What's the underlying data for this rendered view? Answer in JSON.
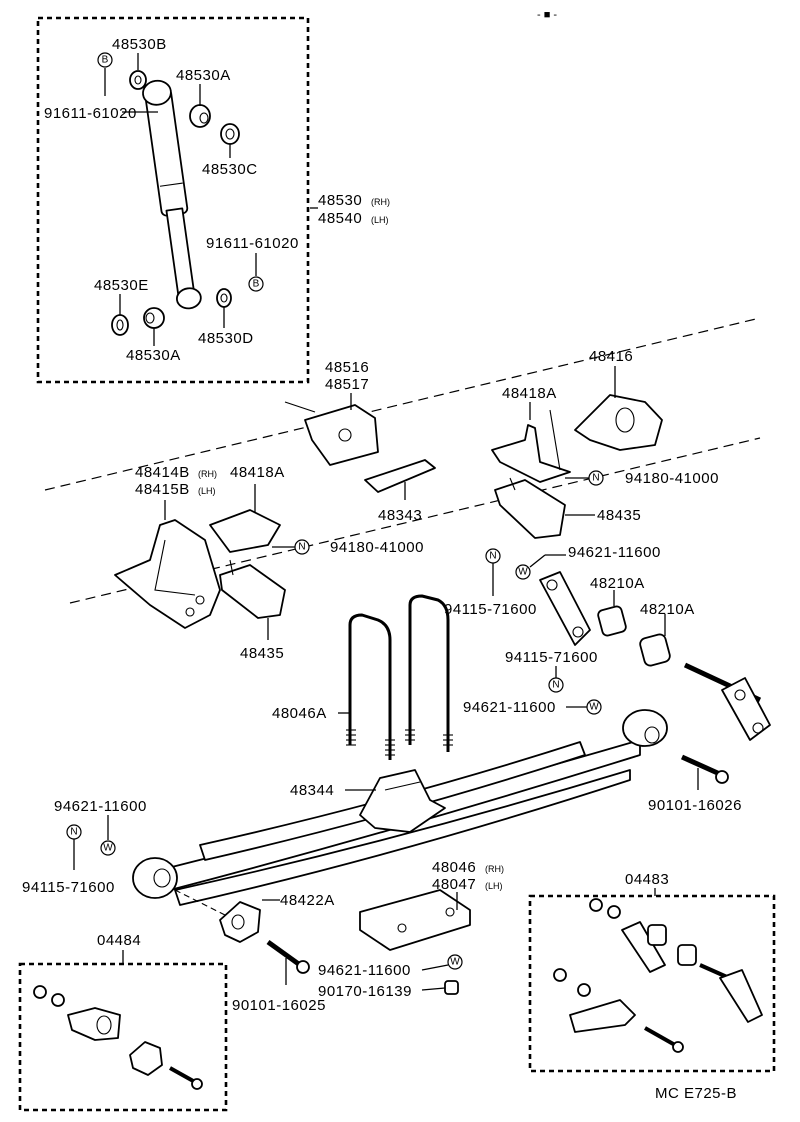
{
  "diagram_code": "MC E725-B",
  "symbols": {
    "B": "B",
    "N": "N",
    "W": "W"
  },
  "labels": {
    "p48530B": "48530B",
    "p48530A_top": "48530A",
    "p91611_top": "91611-61020",
    "p48530C": "48530C",
    "p48530_rh": "48530",
    "rh": "(RH)",
    "p48540_lh": "48540",
    "lh": "(LH)",
    "p91611_bot": "91611-61020",
    "p48530E": "48530E",
    "p48530D": "48530D",
    "p48530A_bot": "48530A",
    "p48516": "48516",
    "p48517": "48517",
    "p48416": "48416",
    "p48418A_right": "48418A",
    "p94180_right": "94180-41000",
    "p48414B": "48414B",
    "p48415B": "48415B",
    "p48418A_left": "48418A",
    "p48343": "48343",
    "p48435_right": "48435",
    "p94180_left": "94180-41000",
    "p94621_a": "94621-11600",
    "p48210A_1": "48210A",
    "p48210A_2": "48210A",
    "p94115_a": "94115-71600",
    "p48435_left": "48435",
    "p94115_b": "94115-71600",
    "p48046A": "48046A",
    "p94621_b": "94621-11600",
    "p48344": "48344",
    "p90101_16026": "90101-16026",
    "p94621_c": "94621-11600",
    "p94115_c": "94115-71600",
    "p48046": "48046",
    "p48047": "48047",
    "p04483": "04483",
    "p48422A": "48422A",
    "p04484": "04484",
    "p94621_d": "94621-11600",
    "p90170": "90170-16139",
    "p90101_16025": "90101-16025"
  }
}
